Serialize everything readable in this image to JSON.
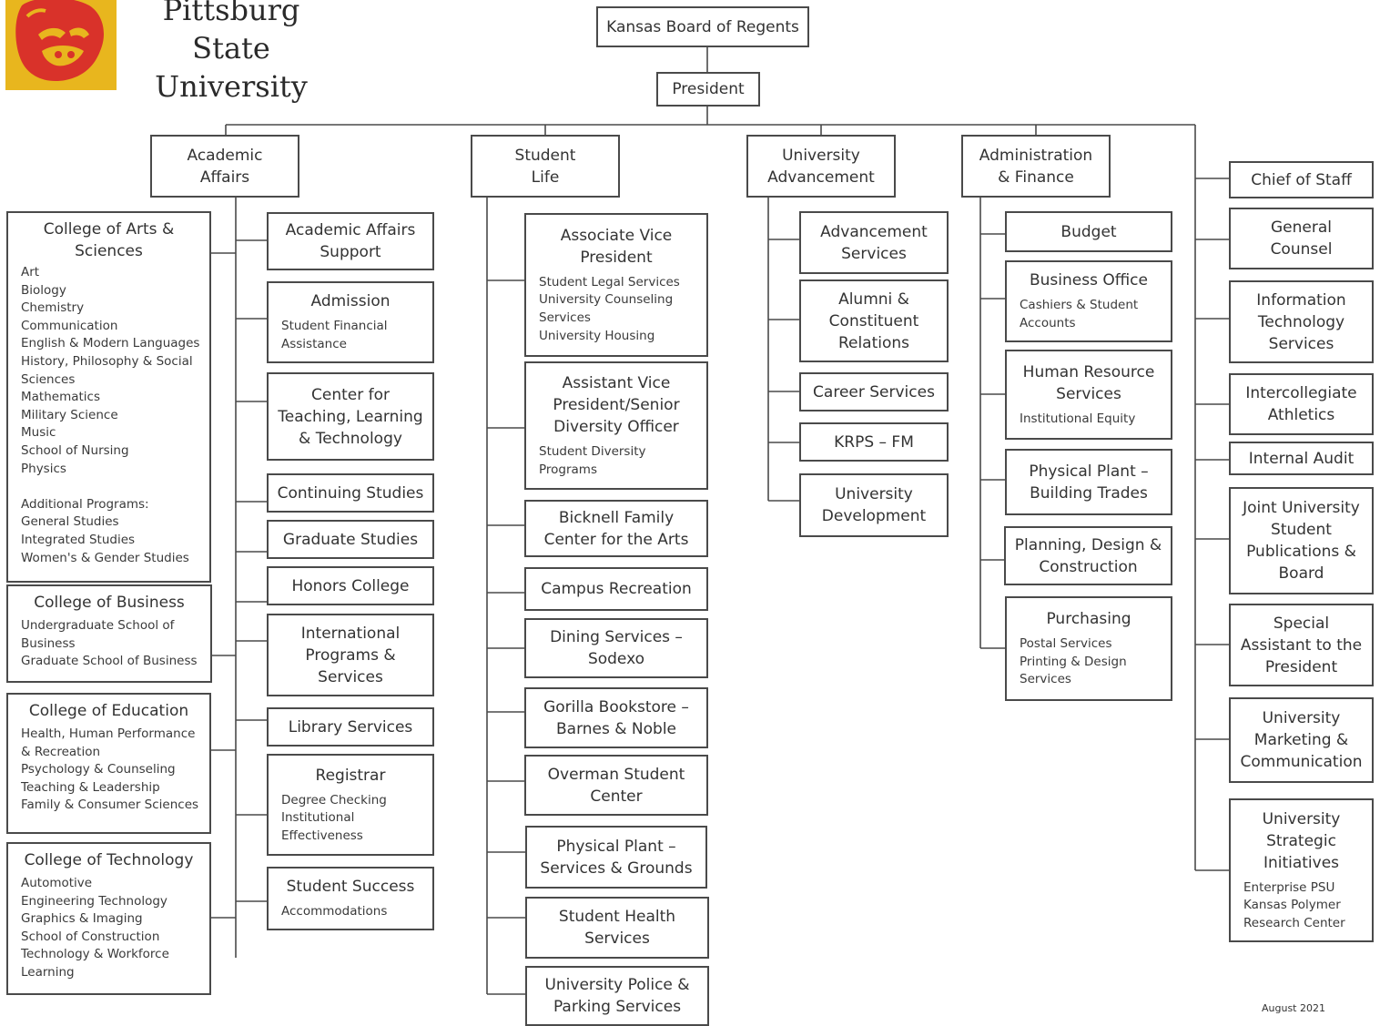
{
  "header": {
    "university_name": "Pittsburg State\nUniversity",
    "logo_icon": "gorilla-logo-icon",
    "date": "August 2021"
  },
  "colors": {
    "logo_red": "#d9322a",
    "logo_gold": "#e8b61e",
    "line": "#4a4a4a"
  },
  "top": {
    "regents": "Kansas Board of Regents",
    "president": "President"
  },
  "divisions": {
    "academic": "Academic\nAffairs",
    "student": "Student\nLife",
    "advancement": "University\nAdvancement",
    "admin": "Administration\n& Finance",
    "staff": "Chief of Staff"
  },
  "colleges": [
    {
      "title": "College of Arts &\nSciences",
      "items": "Art\nBiology\nChemistry\nCommunication\nEnglish & Modern Languages\nHistory, Philosophy & Social\nSciences\nMathematics\nMilitary Science\nMusic\nSchool of Nursing\nPhysics\n\nAdditional Programs:\nGeneral Studies\nIntegrated Studies\nWomen's & Gender Studies"
    },
    {
      "title": "College of Business",
      "items": "Undergraduate School of\n      Business\nGraduate School of Business"
    },
    {
      "title": "College of Education",
      "items": "Health, Human Performance\n    & Recreation\nPsychology & Counseling\nTeaching & Leadership\nFamily & Consumer Sciences"
    },
    {
      "title": "College of Technology",
      "items": "Automotive\nEngineering Technology\nGraphics & Imaging\nSchool of Construction\nTechnology & Workforce\n      Learning"
    }
  ],
  "academic_units": [
    {
      "title": "Academic Affairs\nSupport",
      "sub": ""
    },
    {
      "title": "Admission",
      "sub": "Student Financial\n    Assistance"
    },
    {
      "title": "Center for\nTeaching, Learning\n& Technology",
      "sub": ""
    },
    {
      "title": "Continuing Studies",
      "sub": ""
    },
    {
      "title": "Graduate Studies",
      "sub": ""
    },
    {
      "title": "Honors College",
      "sub": ""
    },
    {
      "title": "International\nPrograms &\nServices",
      "sub": ""
    },
    {
      "title": "Library Services",
      "sub": ""
    },
    {
      "title": "Registrar",
      "sub": "Degree Checking\nInstitutional\n      Effectiveness"
    },
    {
      "title": "Student Success",
      "sub": "Accommodations"
    }
  ],
  "student_units": [
    {
      "title": "Associate Vice\nPresident",
      "sub": "Student Legal Services\nUniversity Counseling\n     Services\nUniversity Housing"
    },
    {
      "title": "Assistant Vice\nPresident/Senior\nDiversity Officer",
      "sub": "Student Diversity\n    Programs"
    },
    {
      "title": "Bicknell Family\nCenter for the Arts",
      "sub": ""
    },
    {
      "title": "Campus Recreation",
      "sub": ""
    },
    {
      "title": "Dining Services –\nSodexo",
      "sub": ""
    },
    {
      "title": "Gorilla Bookstore –\nBarnes & Noble",
      "sub": ""
    },
    {
      "title": "Overman Student\nCenter",
      "sub": ""
    },
    {
      "title": "Physical Plant –\nServices & Grounds",
      "sub": ""
    },
    {
      "title": "Student Health\nServices",
      "sub": ""
    },
    {
      "title": "University Police &\nParking Services",
      "sub": ""
    }
  ],
  "advancement_units": [
    {
      "title": "Advancement\nServices",
      "sub": ""
    },
    {
      "title": "Alumni &\nConstituent\nRelations",
      "sub": ""
    },
    {
      "title": "Career Services",
      "sub": ""
    },
    {
      "title": "KRPS – FM",
      "sub": ""
    },
    {
      "title": "University\nDevelopment",
      "sub": ""
    }
  ],
  "admin_units": [
    {
      "title": "Budget",
      "sub": ""
    },
    {
      "title": "Business Office",
      "sub": "Cashiers & Student\n    Accounts"
    },
    {
      "title": "Human Resource\nServices",
      "sub": "Institutional Equity"
    },
    {
      "title": "Physical Plant –\nBuilding Trades",
      "sub": ""
    },
    {
      "title": "Planning, Design &\nConstruction",
      "sub": ""
    },
    {
      "title": "Purchasing",
      "sub": "Postal Services\nPrinting & Design\n    Services"
    }
  ],
  "staff_units": [
    {
      "title": "General\nCounsel",
      "sub": ""
    },
    {
      "title": "Information\nTechnology\nServices",
      "sub": ""
    },
    {
      "title": "Intercollegiate\nAthletics",
      "sub": ""
    },
    {
      "title": "Internal Audit",
      "sub": ""
    },
    {
      "title": "Joint University\nStudent\nPublications &\nBoard",
      "sub": ""
    },
    {
      "title": "Special\nAssistant to the\nPresident",
      "sub": ""
    },
    {
      "title": "University\nMarketing &\nCommunication",
      "sub": ""
    },
    {
      "title": "University\nStrategic\nInitiatives",
      "sub": "Enterprise PSU\nKansas Polymer\n      Research Center"
    }
  ]
}
